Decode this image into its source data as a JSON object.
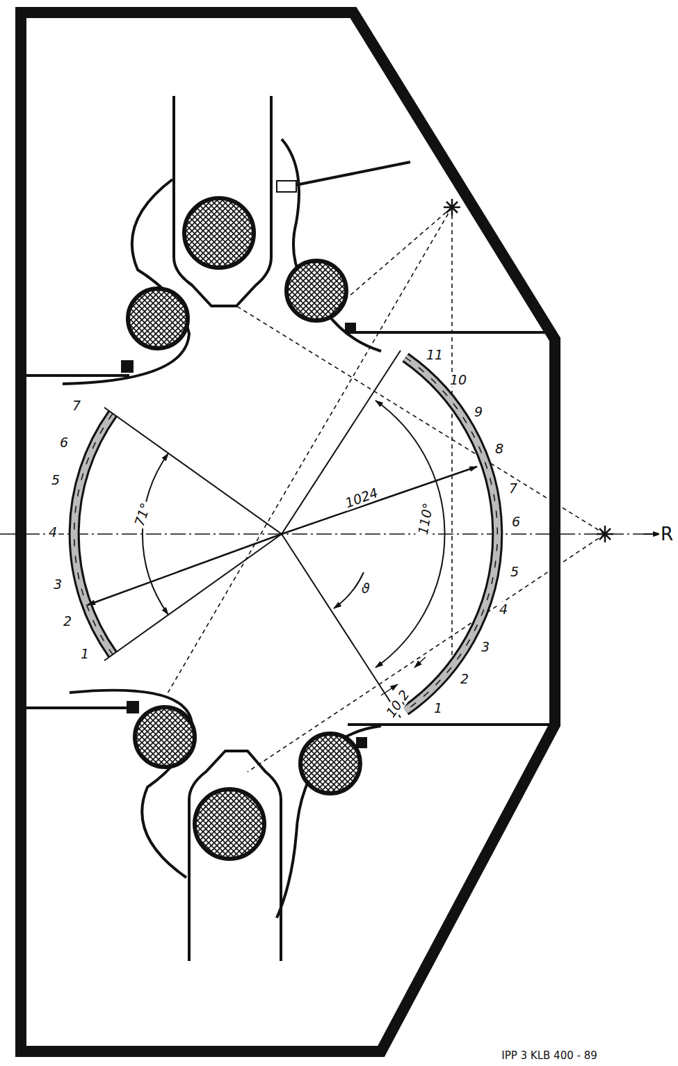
{
  "diagram": {
    "labels": [
      "7",
      "6",
      "5",
      "4",
      "3",
      "2",
      "1",
      "11",
      "10",
      "9",
      "8",
      "7",
      "6",
      "5",
      "4",
      "3",
      "2",
      "1",
      "71°",
      "1024",
      "110°",
      "ϑ",
      "10,2",
      "R",
      "IPP 3 KLB 400 - 89"
    ]
  }
}
